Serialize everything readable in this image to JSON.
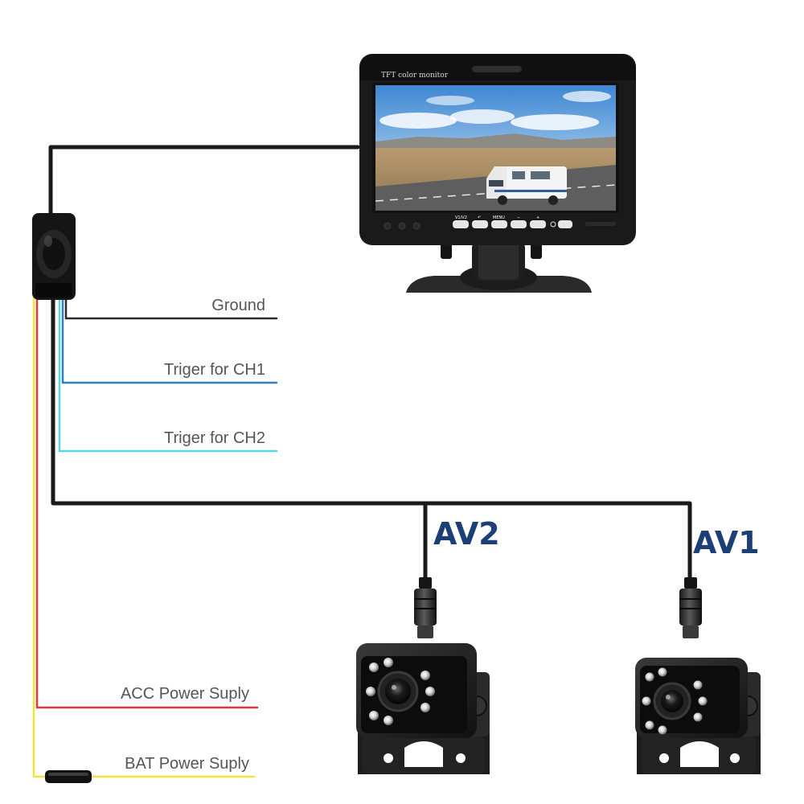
{
  "monitor": {
    "title": "TFT color monitor",
    "buttons": [
      "V1/V2",
      "↶",
      "MENU",
      "−",
      "+"
    ],
    "power_icon": "power-icon"
  },
  "wires": {
    "ground": "Ground",
    "trigger_ch1": "Triger for CH1",
    "trigger_ch2": "Triger for CH2",
    "acc_power": "ACC Power Suply",
    "bat_power": "BAT Power Suply"
  },
  "cameras": {
    "av2": "AV2",
    "av1": "AV1"
  },
  "colors": {
    "ground": "#2b2b2b",
    "trigger_ch1": "#2f7fc1",
    "trigger_ch2": "#57d6e8",
    "acc_power": "#e8343a",
    "bat_power": "#f1e53a",
    "av_label": "#1c3f78",
    "cable": "#1a1a1a"
  }
}
